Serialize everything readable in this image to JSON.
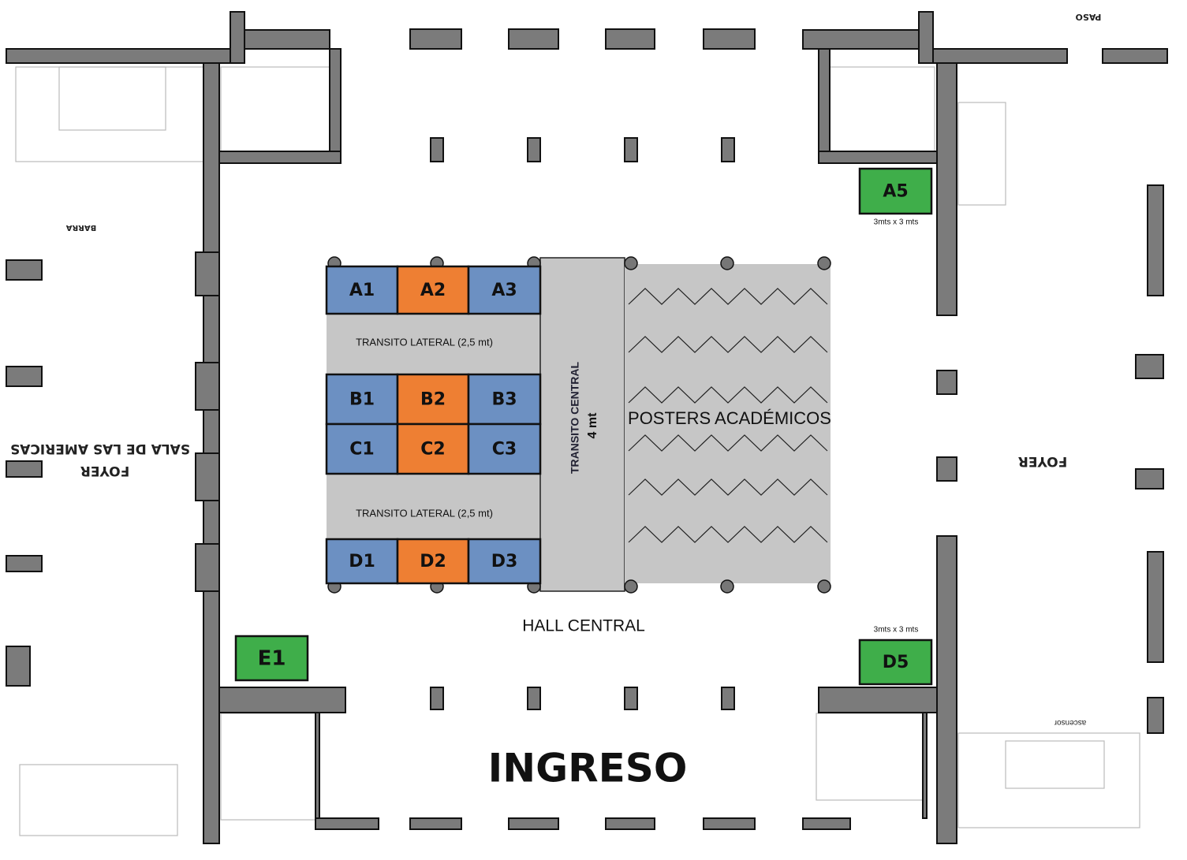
{
  "colors": {
    "blue": "#6c90c2",
    "orange": "#ee7f33",
    "green": "#3fae4a",
    "wall": "#7b7b7b",
    "aisle": "#c6c6c6"
  },
  "labels": {
    "paso": "PASO",
    "barra": "BARRA",
    "sala": "SALA DE LAS AMERICAS",
    "foyer_left": "FOYER",
    "foyer_right": "FOYER",
    "ascensor": "ascensor",
    "hall_central": "HALL CENTRAL",
    "ingreso": "INGRESO",
    "transito_lateral_1": "TRANSITO LATERAL (2,5 mt)",
    "transito_lateral_2": "TRANSITO LATERAL (2,5 mt)",
    "transito_central": "TRANSITO CENTRAL",
    "transito_central_width": "4 mt",
    "posters": "POSTERS ACADÉMICOS",
    "size_a5": "3mts x 3 mts",
    "size_d5": "3mts x 3 mts"
  },
  "booths": {
    "A1": "A1",
    "A2": "A2",
    "A3": "A3",
    "B1": "B1",
    "B2": "B2",
    "B3": "B3",
    "C1": "C1",
    "C2": "C2",
    "C3": "C3",
    "D1": "D1",
    "D2": "D2",
    "D3": "D3",
    "A5": "A5",
    "D5": "D5",
    "E1": "E1"
  }
}
